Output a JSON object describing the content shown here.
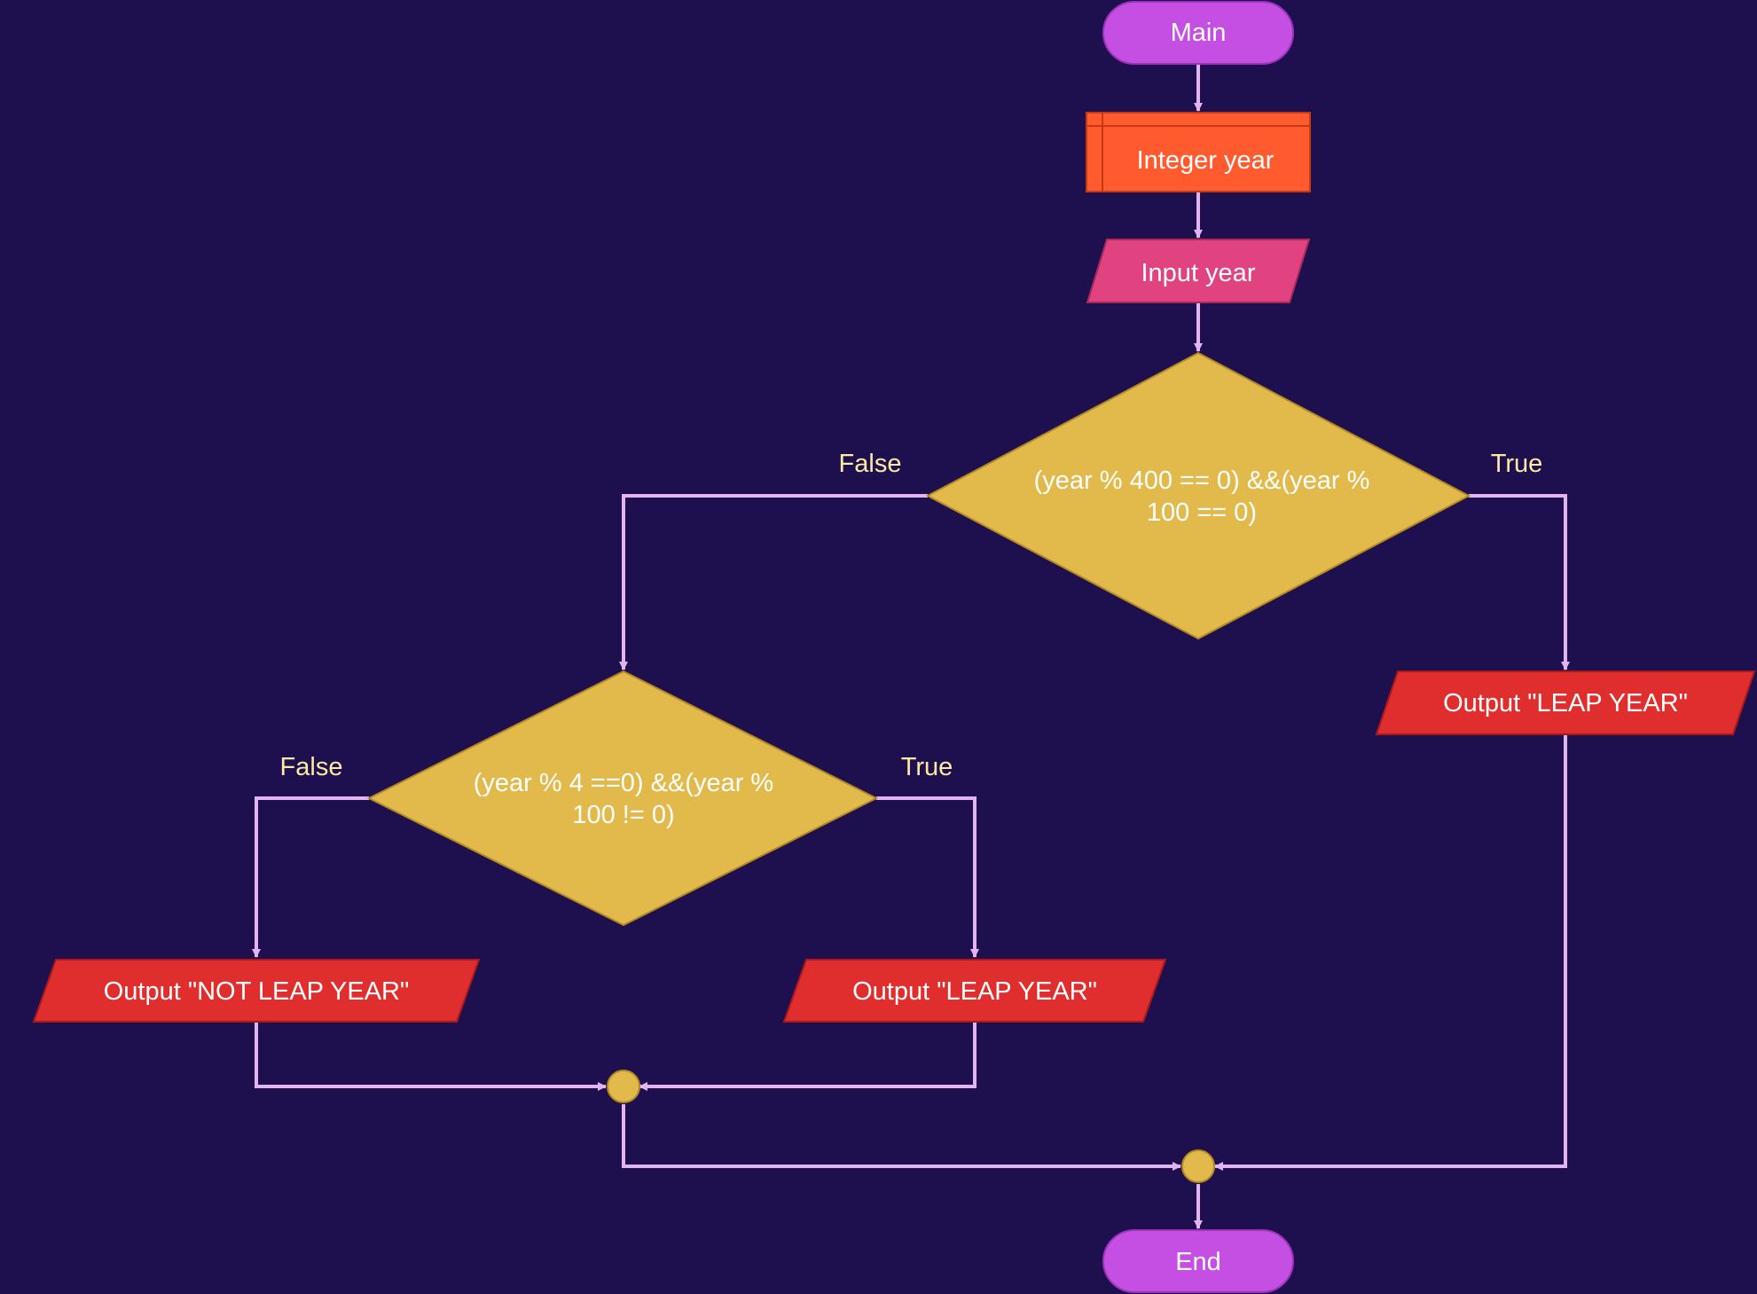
{
  "colors": {
    "background": "#1e104e",
    "connector": "#e2b4f0",
    "terminal": "#c54fe3",
    "variable": "#ff5b2e",
    "input": "#e0437f",
    "decision": "#e2b94b",
    "output": "#e02e2e",
    "junction": "#e2b94b",
    "label_text": "#fbe9a4"
  },
  "nodes": {
    "start": "Main",
    "declare": "Integer year",
    "input": "Input year",
    "decision1_line1": "(year % 400 == 0) &&(year %",
    "decision1_line2": "100 == 0)",
    "decision2_line1": "(year % 4 ==0) &&(year %",
    "decision2_line2": "100 != 0)",
    "output_leap_right": "Output \"LEAP YEAR\"",
    "output_not_leap": "Output \"NOT LEAP YEAR\"",
    "output_leap_mid": "Output \"LEAP YEAR\"",
    "end": "End"
  },
  "edge_labels": {
    "d1_false": "False",
    "d1_true": "True",
    "d2_false": "False",
    "d2_true": "True"
  }
}
